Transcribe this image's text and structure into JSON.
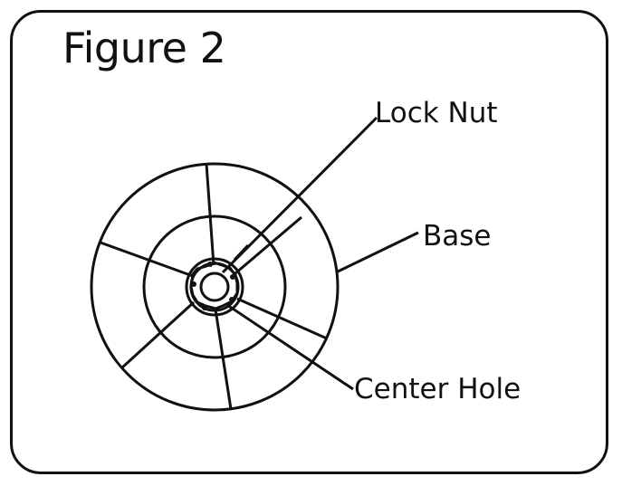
{
  "figure": {
    "title": "Figure 2"
  },
  "labels": {
    "lock_nut": "Lock Nut",
    "base": "Base",
    "center_hole": "Center Hole"
  },
  "colors": {
    "stroke": "#111111",
    "background": "#ffffff"
  }
}
